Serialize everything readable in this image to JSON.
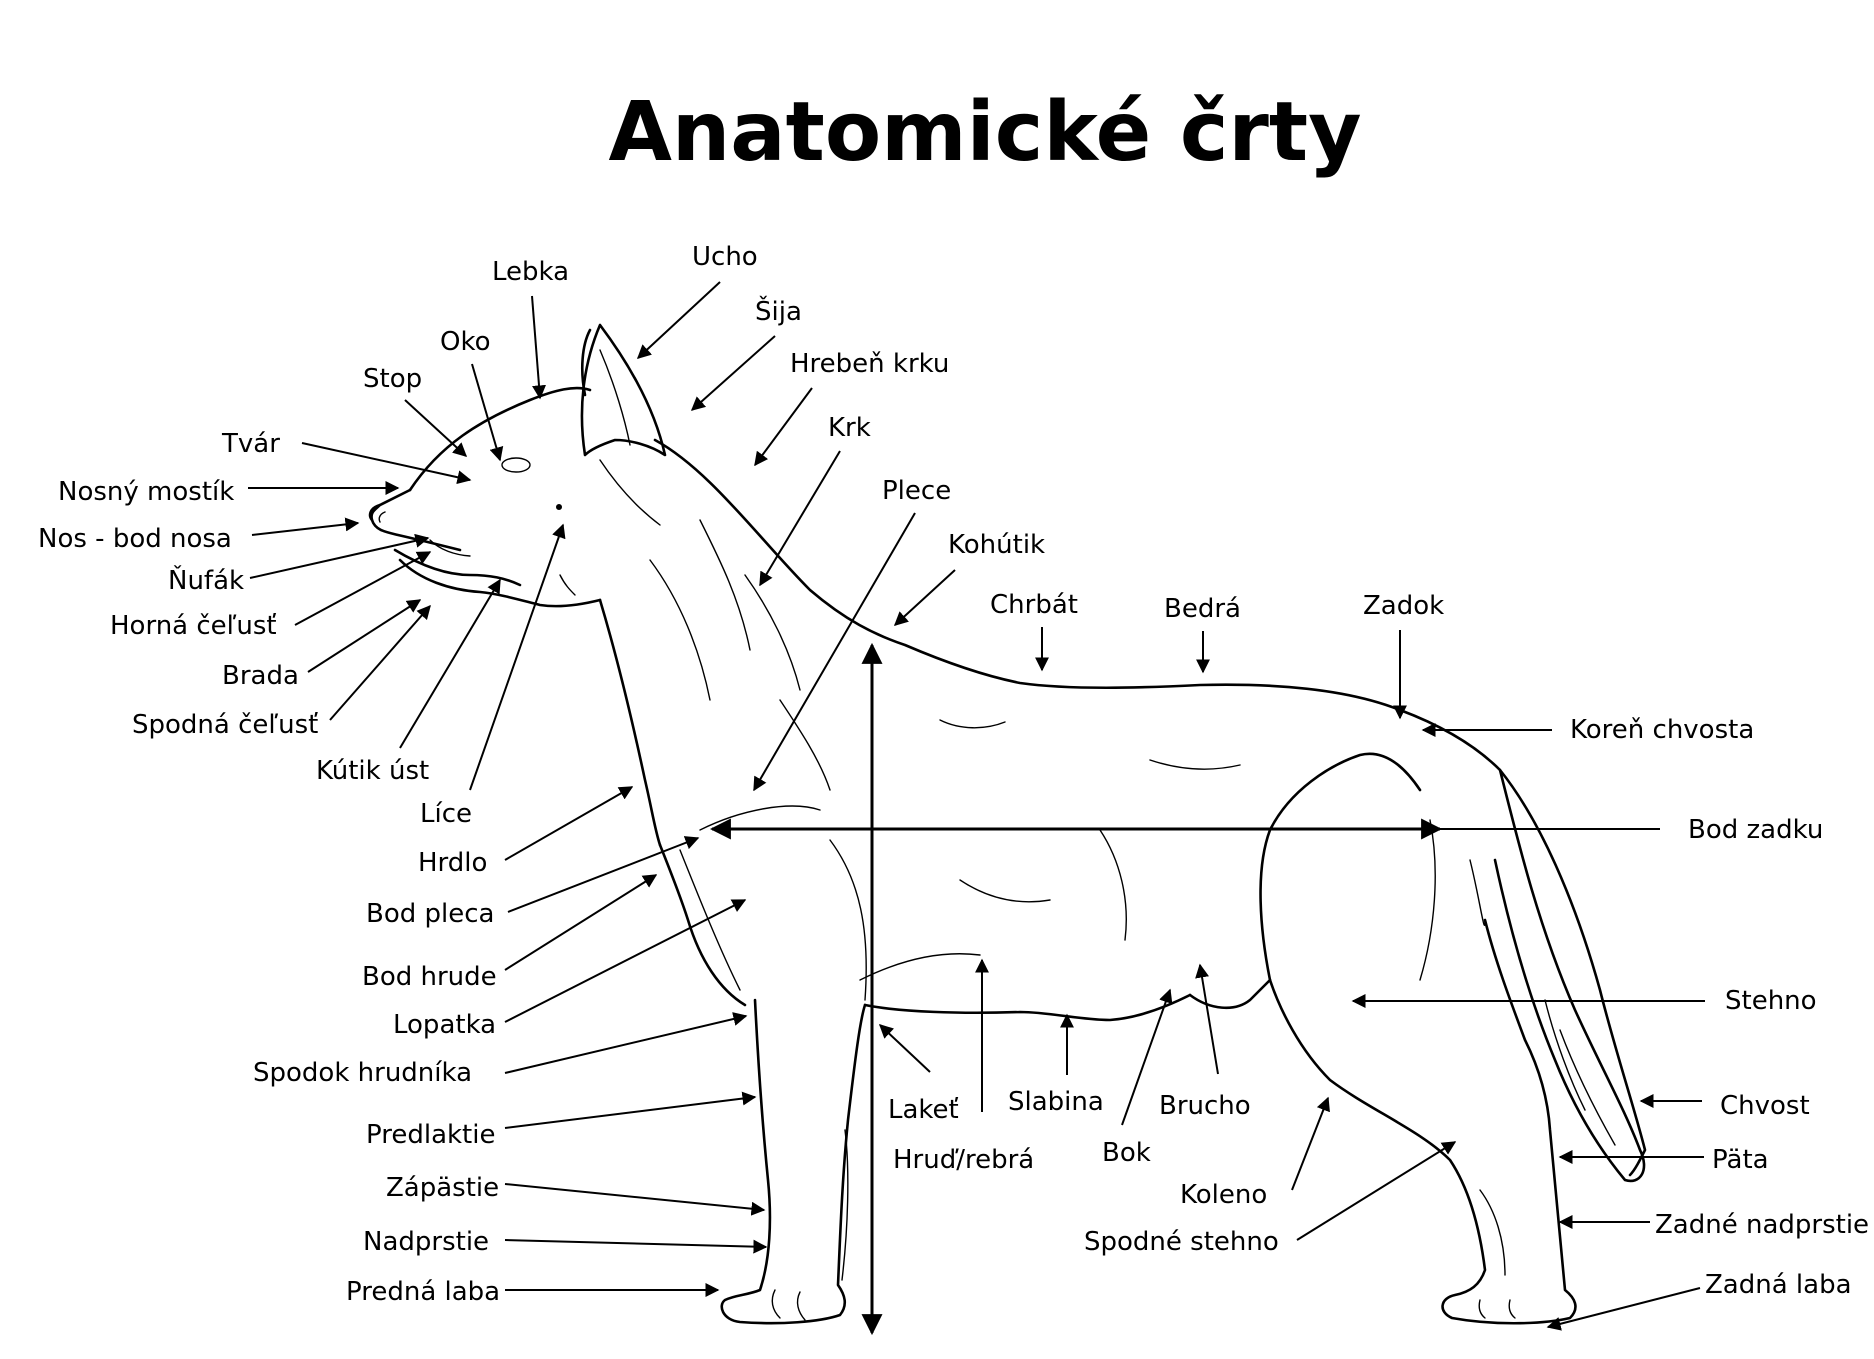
{
  "title": "Anatomické črty",
  "labels": {
    "ucho": "Ucho",
    "lebka": "Lebka",
    "sija": "Šija",
    "oko": "Oko",
    "hreben_krku": "Hrebeň krku",
    "stop": "Stop",
    "krk": "Krk",
    "tvar": "Tvár",
    "nosny_mostik": "Nosný mostík",
    "plece": "Plece",
    "nos_bod_nosa": "Nos - bod nosa",
    "kohutik": "Kohútik",
    "nufak": "Ňufák",
    "horna_celust": "Horná čeľusť",
    "chrbat": "Chrbát",
    "bedra": "Bedrá",
    "zadok": "Zadok",
    "brada": "Brada",
    "spodna_celust": "Spodná čeľusť",
    "koren_chvosta": "Koreň chvosta",
    "kutik_ust": "Kútik úst",
    "lice": "Líce",
    "bod_zadku": "Bod zadku",
    "hrdlo": "Hrdlo",
    "bod_pleca": "Bod pleca",
    "bod_hrude": "Bod hrude",
    "stehno": "Stehno",
    "lopatka": "Lopatka",
    "spodok_hrudnika": "Spodok hrudníka",
    "predlaktie": "Predlaktie",
    "laket": "Lakeť",
    "slabina": "Slabina",
    "brucho": "Brucho",
    "chvost": "Chvost",
    "hrud_rebra": "Hruď/rebrá",
    "bok": "Bok",
    "pata": "Päta",
    "zapastie": "Zápästie",
    "koleno": "Koleno",
    "zadne_nadprstie": "Zadné nadprstie",
    "nadprstie": "Nadprstie",
    "spodne_stehno": "Spodné stehno",
    "predna_laba": "Predná laba",
    "zadna_laba": "Zadná laba"
  },
  "colors": {
    "ink": "#000000",
    "background": "#ffffff"
  }
}
